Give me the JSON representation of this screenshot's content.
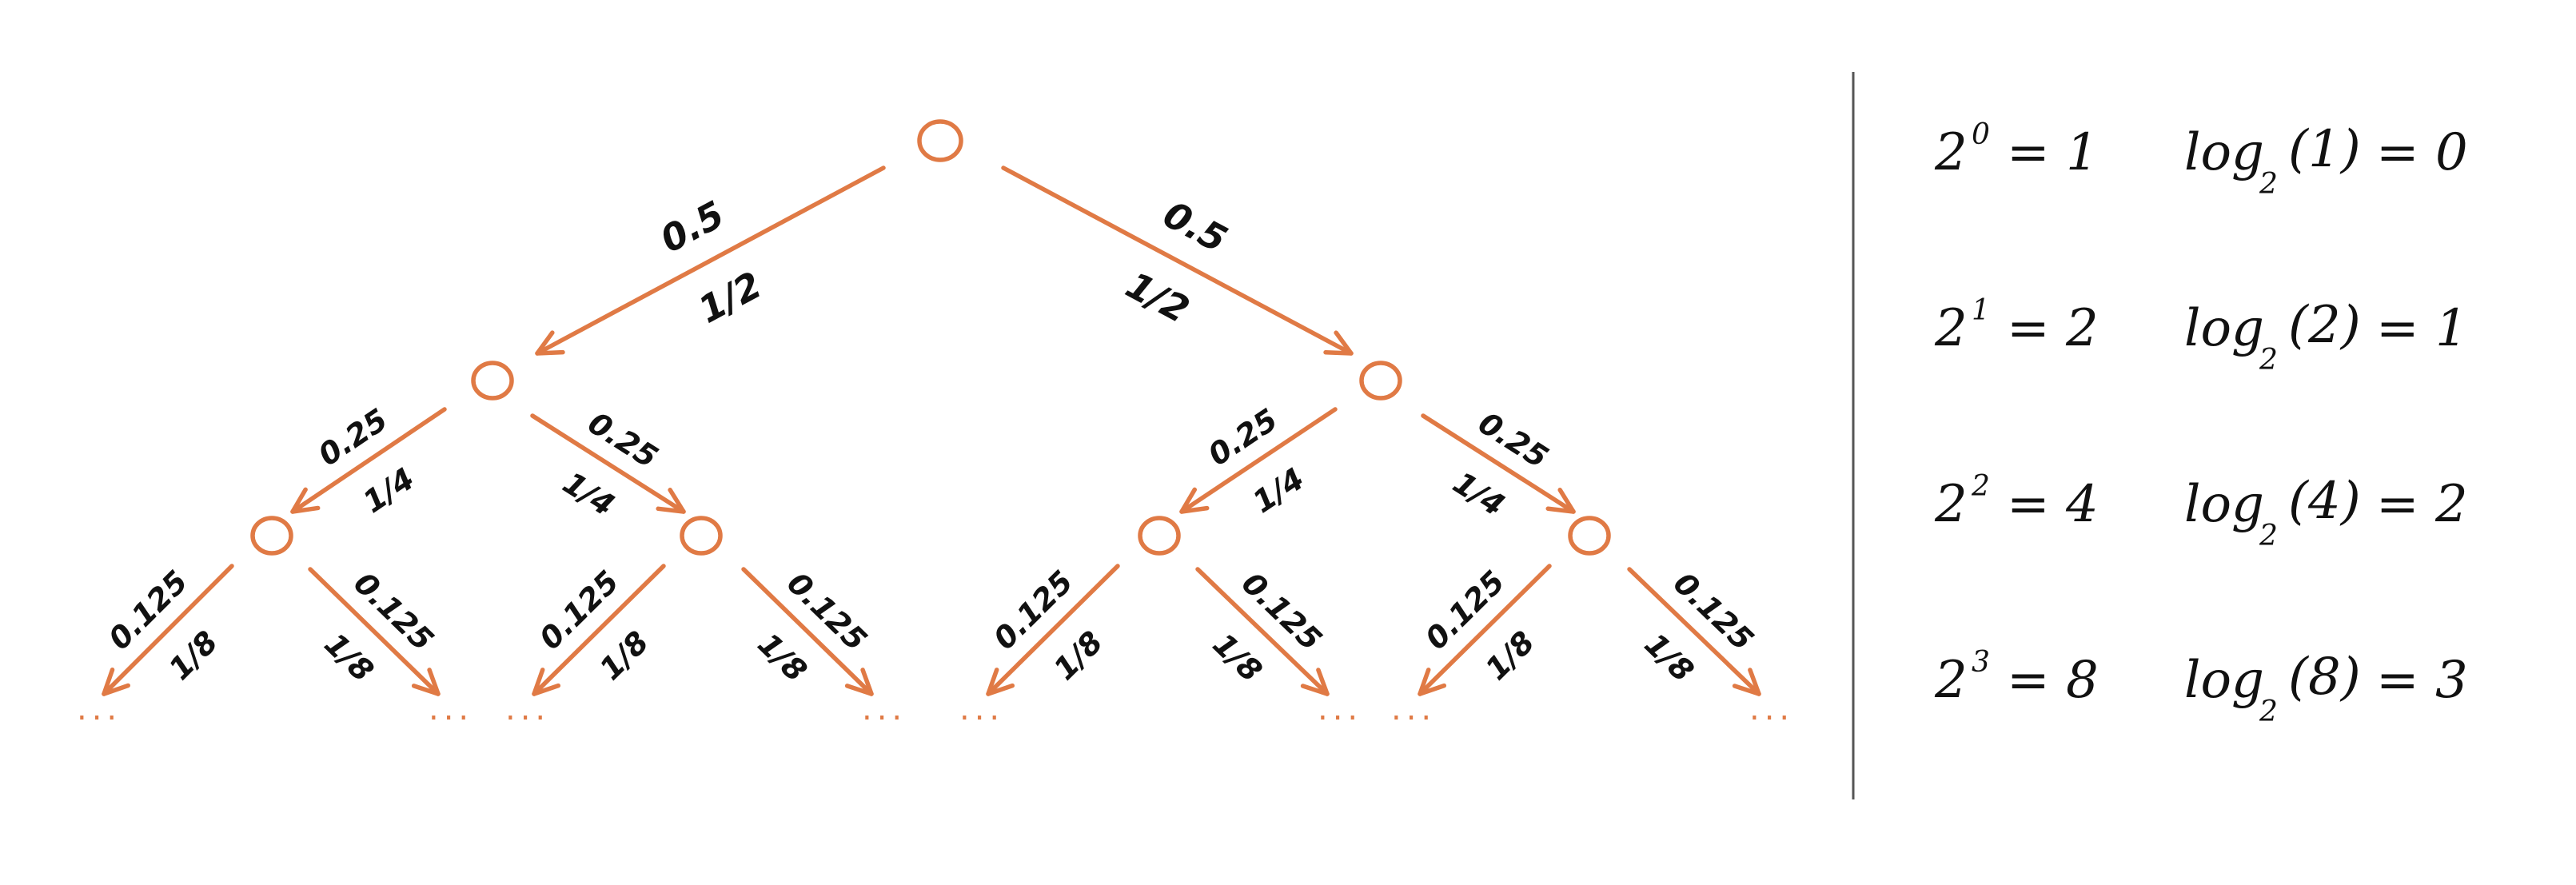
{
  "tree": {
    "root_probability": {
      "decimal": "0.5",
      "fraction": "1/2"
    },
    "level1_probability": {
      "decimal": "0.25",
      "fraction": "1/4"
    },
    "level2_probability": {
      "decimal": "0.125",
      "fraction": "1/8"
    },
    "continuation": "..."
  },
  "equations": [
    {
      "power": {
        "base": "2",
        "exp": "0",
        "result": "= 1"
      },
      "log": {
        "fn": "log",
        "base": "2",
        "arg": "(1)",
        "result": "= 0"
      }
    },
    {
      "power": {
        "base": "2",
        "exp": "1",
        "result": "= 2"
      },
      "log": {
        "fn": "log",
        "base": "2",
        "arg": "(2)",
        "result": "= 1"
      }
    },
    {
      "power": {
        "base": "2",
        "exp": "2",
        "result": "= 4"
      },
      "log": {
        "fn": "log",
        "base": "2",
        "arg": "(4)",
        "result": "= 2"
      }
    },
    {
      "power": {
        "base": "2",
        "exp": "3",
        "result": "= 8"
      },
      "log": {
        "fn": "log",
        "base": "2",
        "arg": "(8)",
        "result": "= 3"
      }
    }
  ],
  "colors": {
    "tree": "#e07a45",
    "text": "#111111",
    "divider": "#555555"
  }
}
